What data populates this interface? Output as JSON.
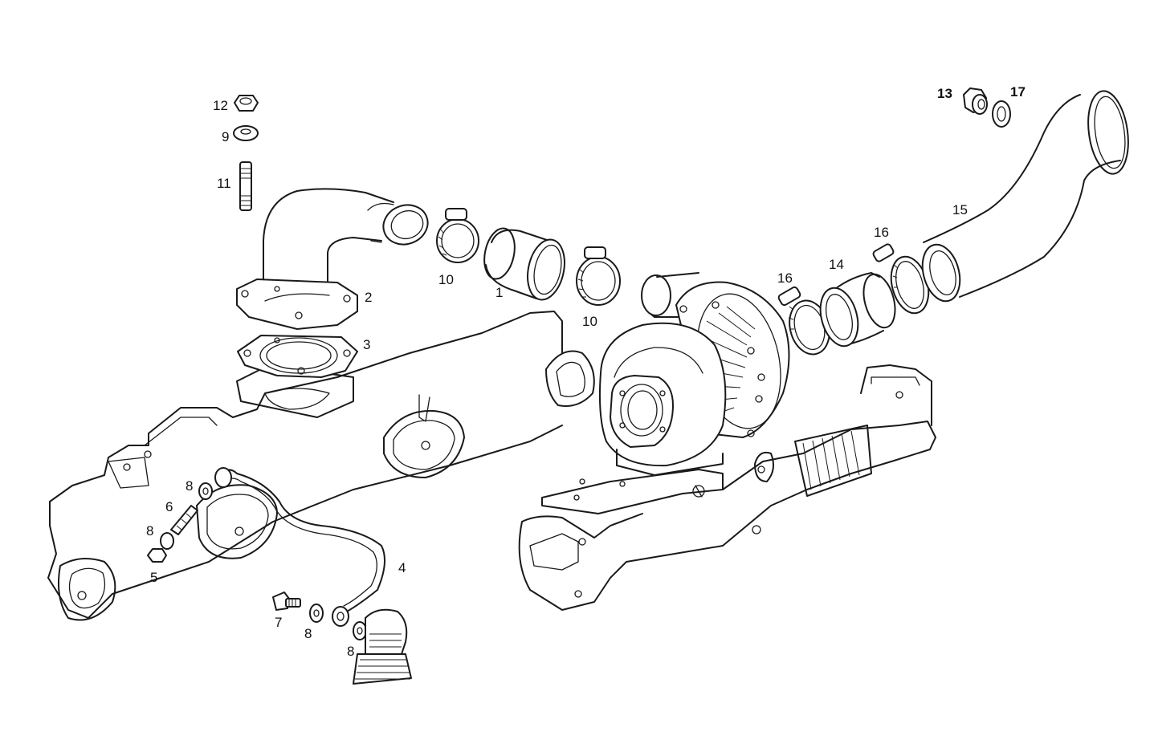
{
  "diagram": {
    "callouts": {
      "c1": "1",
      "c2": "2",
      "c3": "3",
      "c4": "4",
      "c5": "5",
      "c6": "6",
      "c7": "7",
      "c8a": "8",
      "c8b": "8",
      "c8c": "8",
      "c8d": "8",
      "c9": "9",
      "c10a": "10",
      "c10b": "10",
      "c11": "11",
      "c12": "12",
      "c13": "13",
      "c14": "14",
      "c15": "15",
      "c16a": "16",
      "c16b": "16",
      "c17": "17"
    }
  }
}
